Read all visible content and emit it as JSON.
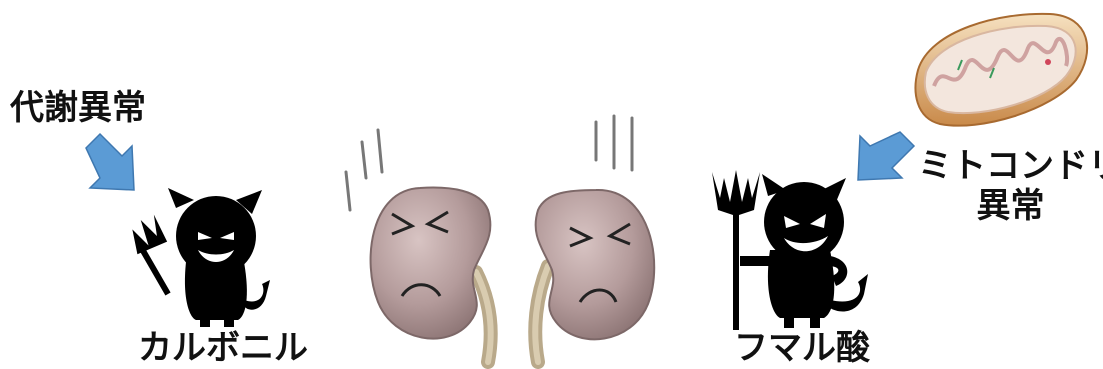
{
  "labels": {
    "metabolic_abnormality": "代謝異常",
    "carbonyl": "カルボニル",
    "fumaric_acid": "フマル酸",
    "mitochondria_line1": "ミトコンドリア",
    "mitochondria_line2": "異常"
  },
  "colors": {
    "arrow": "#5b9bd5",
    "kidney": "#b49b9b",
    "ureter": "#cdbf9e",
    "devil": "#000000",
    "mitochondria_outer": "#d9a063"
  },
  "icons": [
    "down-right-arrow-icon",
    "down-left-arrow-icon",
    "devil-icon",
    "devil-with-trident-icon",
    "kidney-icon",
    "mitochondria-icon"
  ]
}
